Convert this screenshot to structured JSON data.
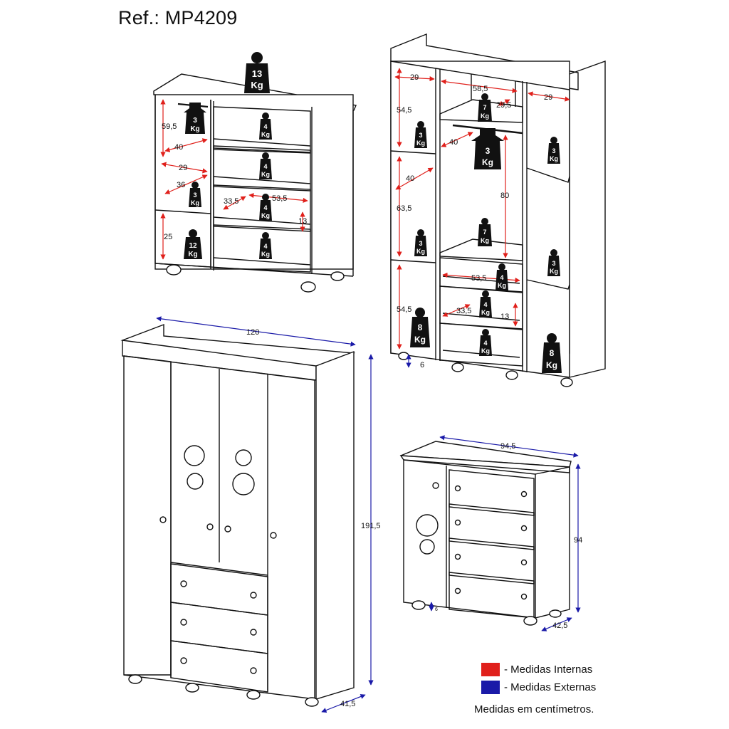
{
  "header": {
    "reference": "Ref.: MP4209"
  },
  "colors": {
    "internal": "#e0201b",
    "external": "#1a1aa8",
    "line": "#111111"
  },
  "weights": {
    "dresser_top": [
      "13",
      "Kg"
    ],
    "dresser_drawer": [
      "4",
      "Kg"
    ],
    "dresser_door_shelf": [
      "3",
      "Kg"
    ],
    "dresser_bottom": [
      "12",
      "Kg"
    ],
    "wardrobe_shelf": [
      "3",
      "Kg"
    ],
    "wardrobe_center_shelf": [
      "7",
      "Kg"
    ],
    "wardrobe_rail": [
      "3",
      "Kg"
    ],
    "wardrobe_drawer": [
      "4",
      "Kg"
    ],
    "wardrobe_bottom": [
      "8",
      "Kg"
    ]
  },
  "internal_dimensions": {
    "dresser": {
      "h_top": "59,5",
      "diag_1": "40",
      "w_shelf": "29",
      "h_mid": "36",
      "depth": "33,5",
      "drawer_w": "53,5",
      "drawer_h": "13",
      "h_bottom": "25"
    },
    "wardrobe": {
      "left_w": "29",
      "center_w": "58,5",
      "right_w": "29",
      "h_top_left": "54,5",
      "upper_depth": "29,5",
      "depth_left": "40",
      "h_hanging": "80",
      "depth_side": "40",
      "h_mid_left": "63,5",
      "drawer_w": "53,5",
      "drawer_depth": "33,5",
      "drawer_h": "13",
      "h_bottom_left": "54,5",
      "foot": "6"
    }
  },
  "external_dimensions": {
    "wardrobe": {
      "width": "120",
      "height": "191,5",
      "depth": "41,5"
    },
    "dresser": {
      "width": "94,5",
      "height": "94",
      "depth": "42,5",
      "foot": "6"
    }
  },
  "legend": {
    "internal_label": "- Medidas Internas",
    "external_label": "- Medidas Externas",
    "unit_note": "Medidas em centímetros."
  }
}
